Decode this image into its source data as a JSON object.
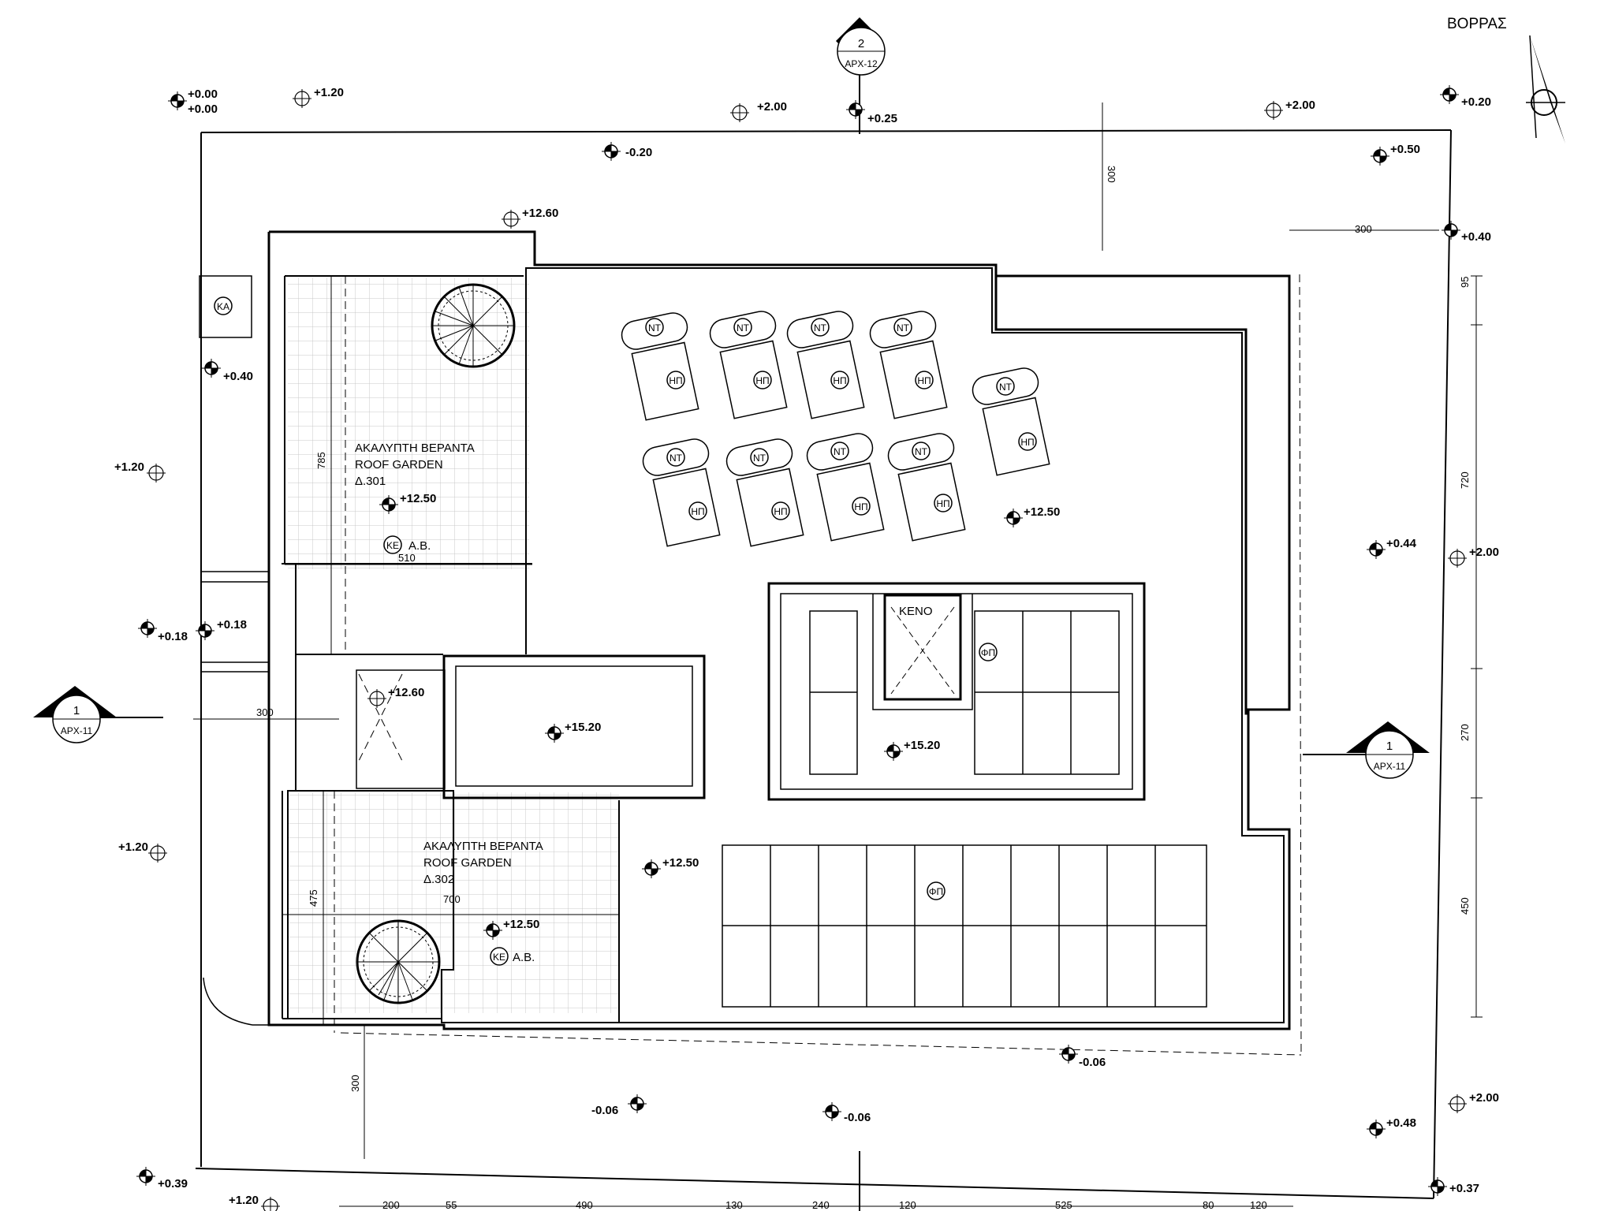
{
  "north_label": "ΒΟΡΡΑΣ",
  "sections": {
    "top": {
      "num": "2",
      "ref": "ΑΡΧ-12"
    },
    "left": {
      "num": "1",
      "ref": "ΑΡΧ-11"
    },
    "right": {
      "num": "1",
      "ref": "ΑΡΧ-11"
    }
  },
  "rooms": {
    "roof_garden_1": {
      "line1": "ΑΚΑΛΥΠΤΗ ΒΕΡΑΝΤΑ",
      "line2": "ROOF GARDEN",
      "line3": "Δ.301"
    },
    "roof_garden_2": {
      "line1": "ΑΚΑΛΥΠΤΗ ΒΕΡΑΝΤΑ",
      "line2": "ROOF GARDEN",
      "line3": "Δ.302"
    }
  },
  "symbols": {
    "ka": "ΚΑ",
    "nt": "ΝΤ",
    "hp": "ΗΠ",
    "fp": "ΦΠ",
    "ke": "ΚΕ",
    "ab": "Α.Β.",
    "keno": "ΚΕΝΟ"
  },
  "levels": {
    "l01": "+0.00",
    "l02": "+0.00",
    "l03": "+1.20",
    "l04": "+2.00",
    "l05": "+0.25",
    "l06": "+2.00",
    "l07": "+0.20",
    "l08": "-0.20",
    "l09": "+0.50",
    "l10": "+12.60",
    "l11": "+0.40",
    "l12": "+0.40",
    "l13": "+1.20",
    "l14": "+12.50",
    "l15": "+12.50",
    "l16": "+0.44",
    "l17": "+2.00",
    "l18": "+0.18",
    "l19": "+0.18",
    "l20": "+12.60",
    "l21": "+15.20",
    "l22": "+15.20",
    "l23": "+1.20",
    "l24": "+12.50",
    "l25": "+12.50",
    "l26": "-0.06",
    "l27": "-0.06",
    "l28": "-0.06",
    "l29": "+2.00",
    "l30": "+0.48",
    "l31": "+0.39",
    "l32": "+1.20",
    "l33": "+0.37"
  },
  "dimensions": {
    "d300_top": "300",
    "d300_right": "300",
    "d95": "95",
    "d720": "720",
    "d270": "270",
    "d450": "450",
    "d785": "785",
    "d510": "510",
    "d300_left": "300",
    "d475": "475",
    "d700": "700",
    "d300_bottom": "300",
    "b200": "200",
    "b55": "55",
    "b490": "490",
    "b130": "130",
    "b240": "240",
    "b120a": "120",
    "b525": "525",
    "b80": "80",
    "b120b": "120"
  }
}
